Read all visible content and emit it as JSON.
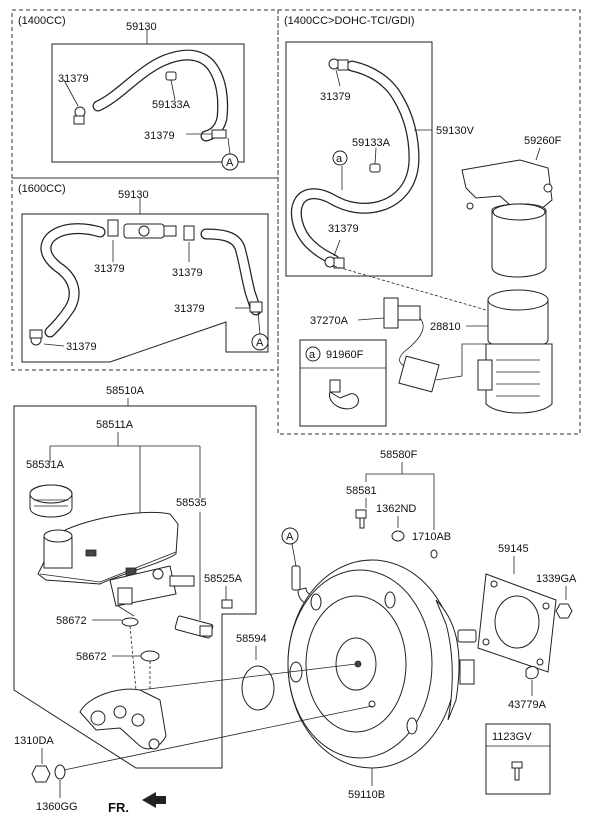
{
  "sections": {
    "s1400": "(1400CC)",
    "s1400dohc": "(1400CC>DOHC-TCI/GDI)",
    "s1600": "(1600CC)"
  },
  "parts": {
    "p59130_a": "59130",
    "p59130_b": "59130",
    "p31379_1": "31379",
    "p31379_2": "31379",
    "p31379_3": "31379",
    "p31379_4": "31379",
    "p31379_5": "31379",
    "p31379_6": "31379",
    "p31379_7": "31379",
    "p31379_8": "31379",
    "p59133A_1": "59133A",
    "p59133A_2": "59133A",
    "p59130V": "59130V",
    "p59260F": "59260F",
    "p37270A": "37270A",
    "p28810": "28810",
    "p91960F": "91960F",
    "p58510A": "58510A",
    "p58511A": "58511A",
    "p58531A": "58531A",
    "p58535": "58535",
    "p58525A": "58525A",
    "p58672_1": "58672",
    "p58672_2": "58672",
    "p58594": "58594",
    "p58580F": "58580F",
    "p58581": "58581",
    "p1362ND": "1362ND",
    "p1710AB": "1710AB",
    "p59145": "59145",
    "p1339GA": "1339GA",
    "p43779A": "43779A",
    "p1123GV": "1123GV",
    "p1310DA": "1310DA",
    "p1360GG": "1360GG",
    "p59110B": "59110B"
  },
  "refs": {
    "A1": "A",
    "A2": "A",
    "A3": "A",
    "a1": "a",
    "a2": "a"
  },
  "fr_label": "FR."
}
